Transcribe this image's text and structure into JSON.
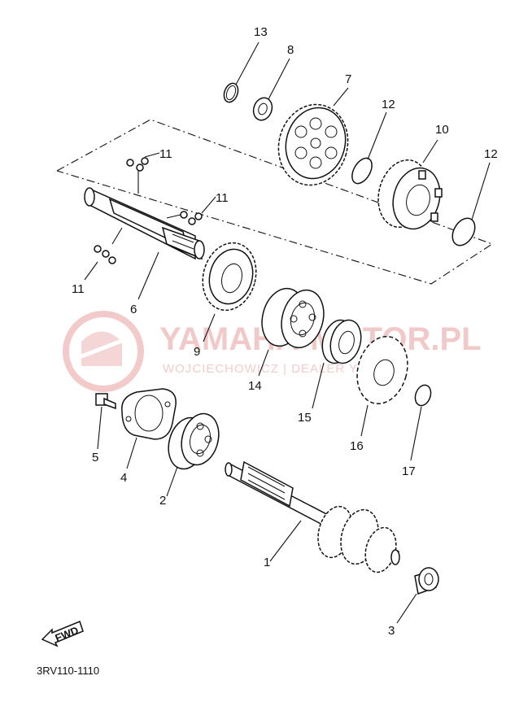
{
  "diagram_code": "3RV110-1110",
  "fwd_label": "FWD",
  "watermark": {
    "brand": "YAMAHA-MOTOR.PL",
    "subtitle": "WOJCIECHOWICZ | DEALER YAMAHA"
  },
  "callouts": {
    "p1": "1",
    "p2": "2",
    "p3": "3",
    "p4": "4",
    "p5": "5",
    "p6": "6",
    "p7": "7",
    "p8": "8",
    "p9": "9",
    "p10": "10",
    "p11a": "11",
    "p11b": "11",
    "p11c": "11",
    "p12a": "12",
    "p12b": "12",
    "p13": "13",
    "p14": "14",
    "p15": "15",
    "p16": "16",
    "p17": "17"
  }
}
